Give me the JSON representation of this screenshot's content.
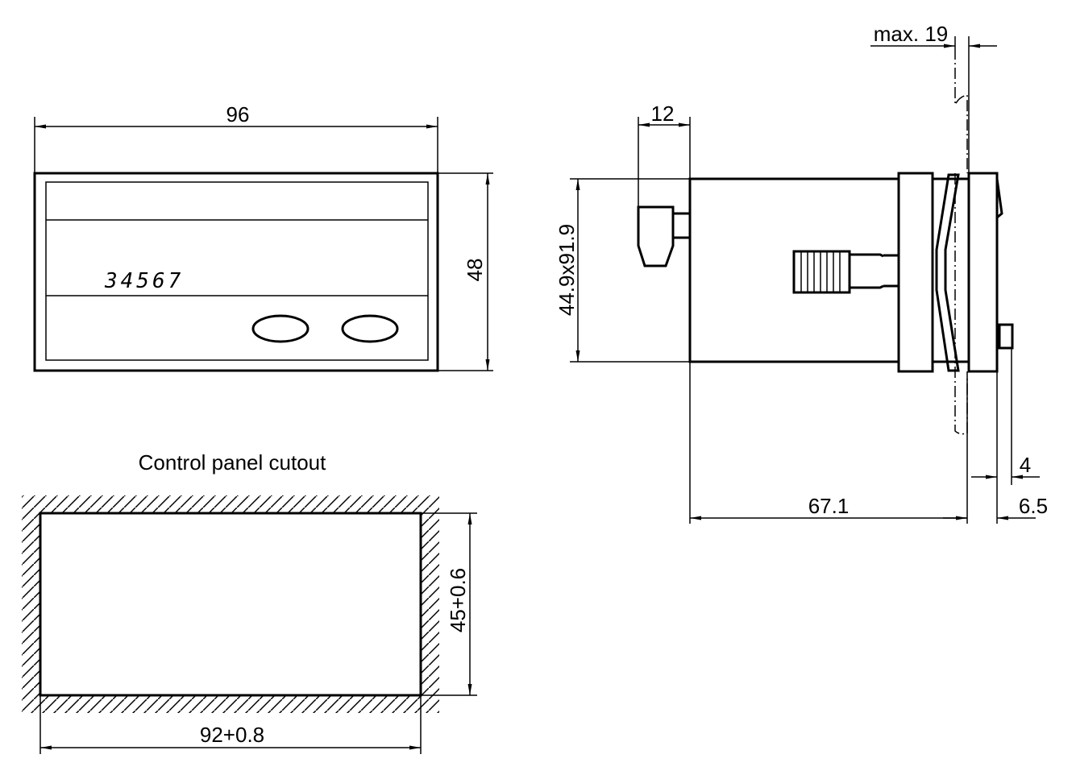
{
  "front_view": {
    "display_value": "34567",
    "width_dim": "96",
    "height_dim": "48"
  },
  "cutout": {
    "title": "Control panel cutout",
    "height_dim": "45+0.6",
    "width_dim": "92+0.8"
  },
  "side_view": {
    "bezel_dim": "max. 19",
    "clip_dim": "12",
    "housing_dim": "44.9x91.9",
    "depth_dim": "67.1",
    "button_dim": "4",
    "front_dim": "6.5"
  },
  "colors": {
    "line": "#000000",
    "background": "#ffffff"
  }
}
